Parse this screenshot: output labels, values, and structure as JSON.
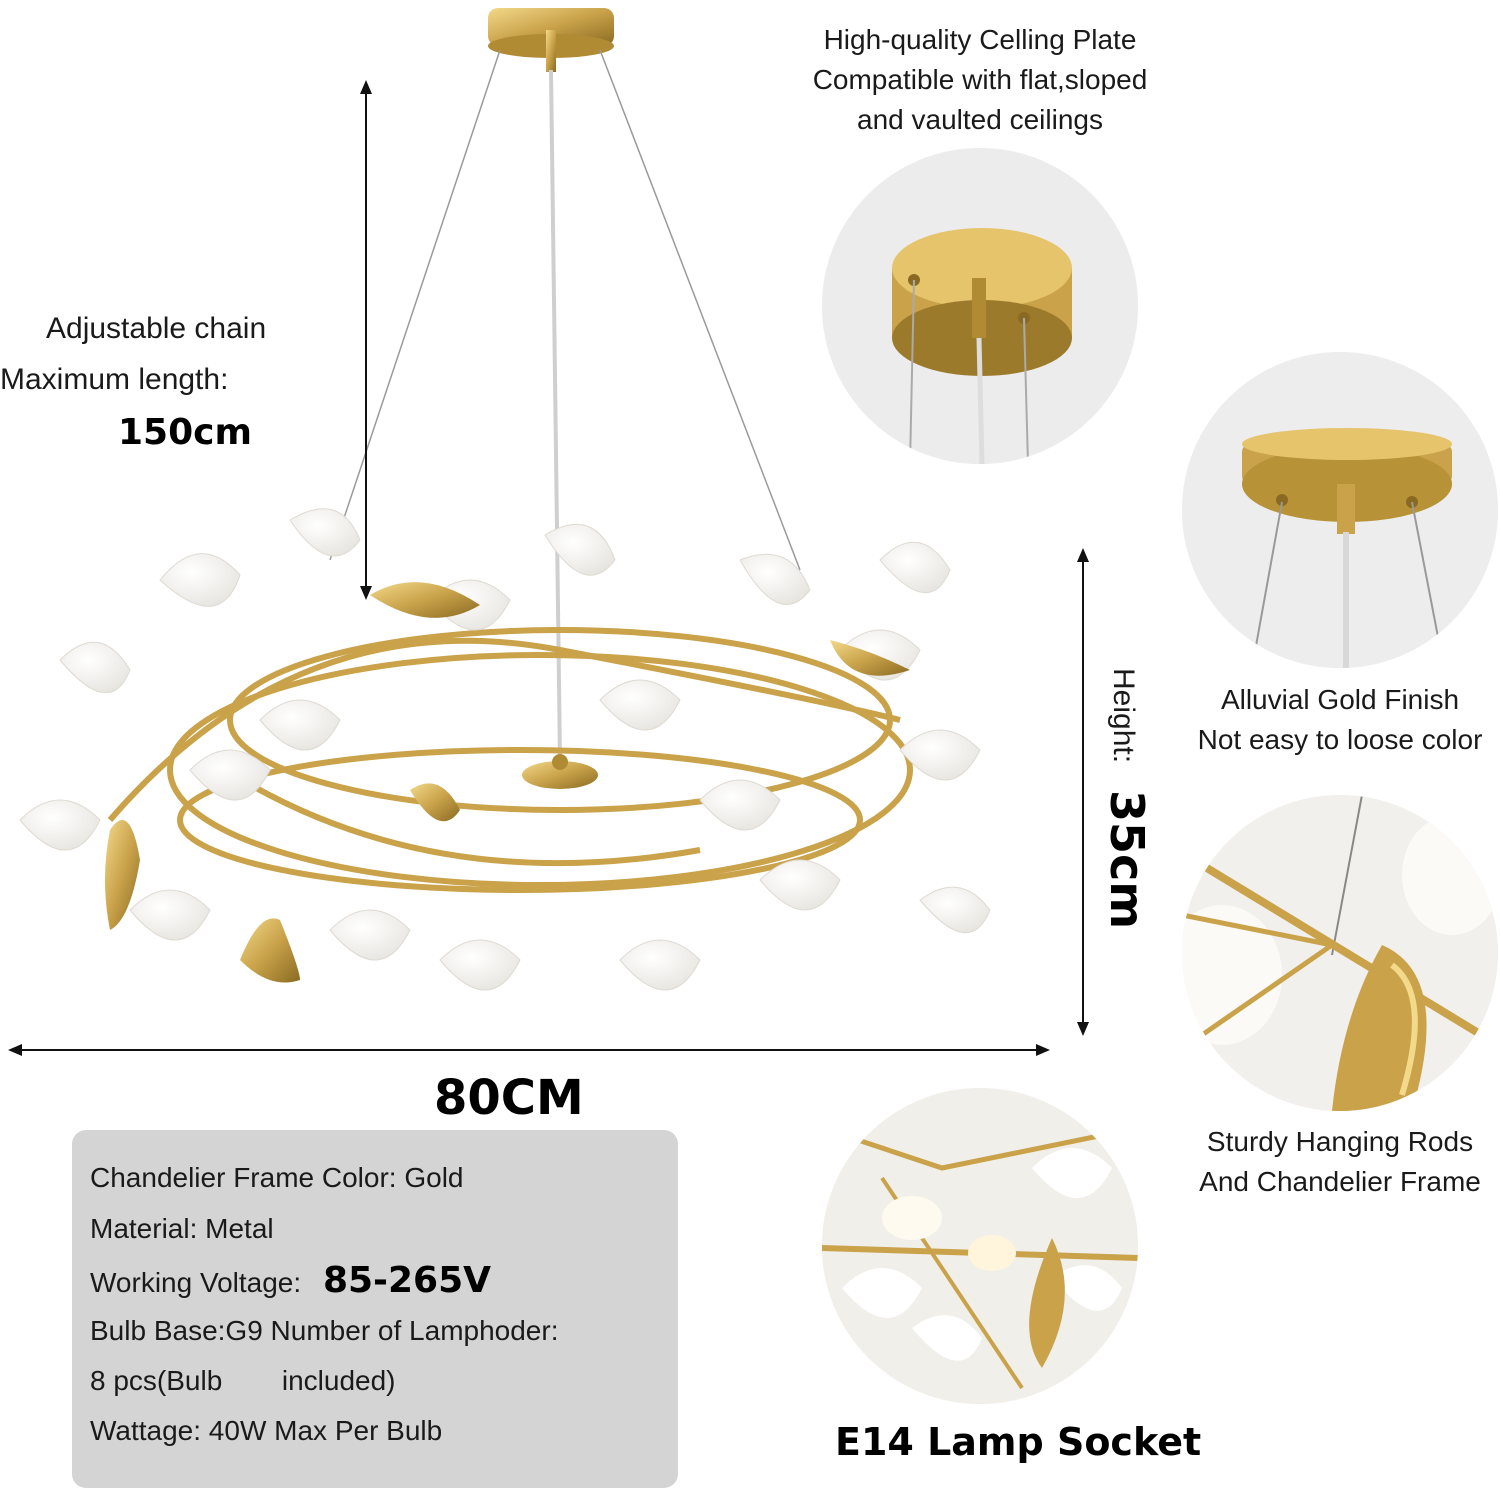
{
  "chain": {
    "line1": "Adjustable chain",
    "line2": "Maximum length:",
    "value": "150cm"
  },
  "ceiling_plate": {
    "line1": "High-quality Celling Plate",
    "line2": "Compatible with flat,sloped",
    "line3": "and vaulted ceilings"
  },
  "finish": {
    "line1": "Alluvial Gold Finish",
    "line2": "Not easy to loose color"
  },
  "rods": {
    "line1": "Sturdy Hanging Rods",
    "line2": "And Chandelier Frame"
  },
  "socket": {
    "label": "E14 Lamp Socket"
  },
  "dimensions": {
    "height_label": "Height:",
    "height_value": "35cm",
    "width_value": "80CM"
  },
  "specs": {
    "frame_color": "Chandelier Frame Color: Gold",
    "material": "Material: Metal",
    "voltage_label": "Working Voltage:",
    "voltage_value": "85-265V",
    "bulb_base": "Bulb Base:G9 Number of Lamphoder:",
    "lampholders_a": "8 pcs(Bulb",
    "lampholders_b": "included)",
    "wattage": "Wattage: 40W Max Per Bulb"
  },
  "colors": {
    "gold": "#c9a24a",
    "leaf_white": "#f4f2ee",
    "panel_gray": "#d4d4d4"
  }
}
